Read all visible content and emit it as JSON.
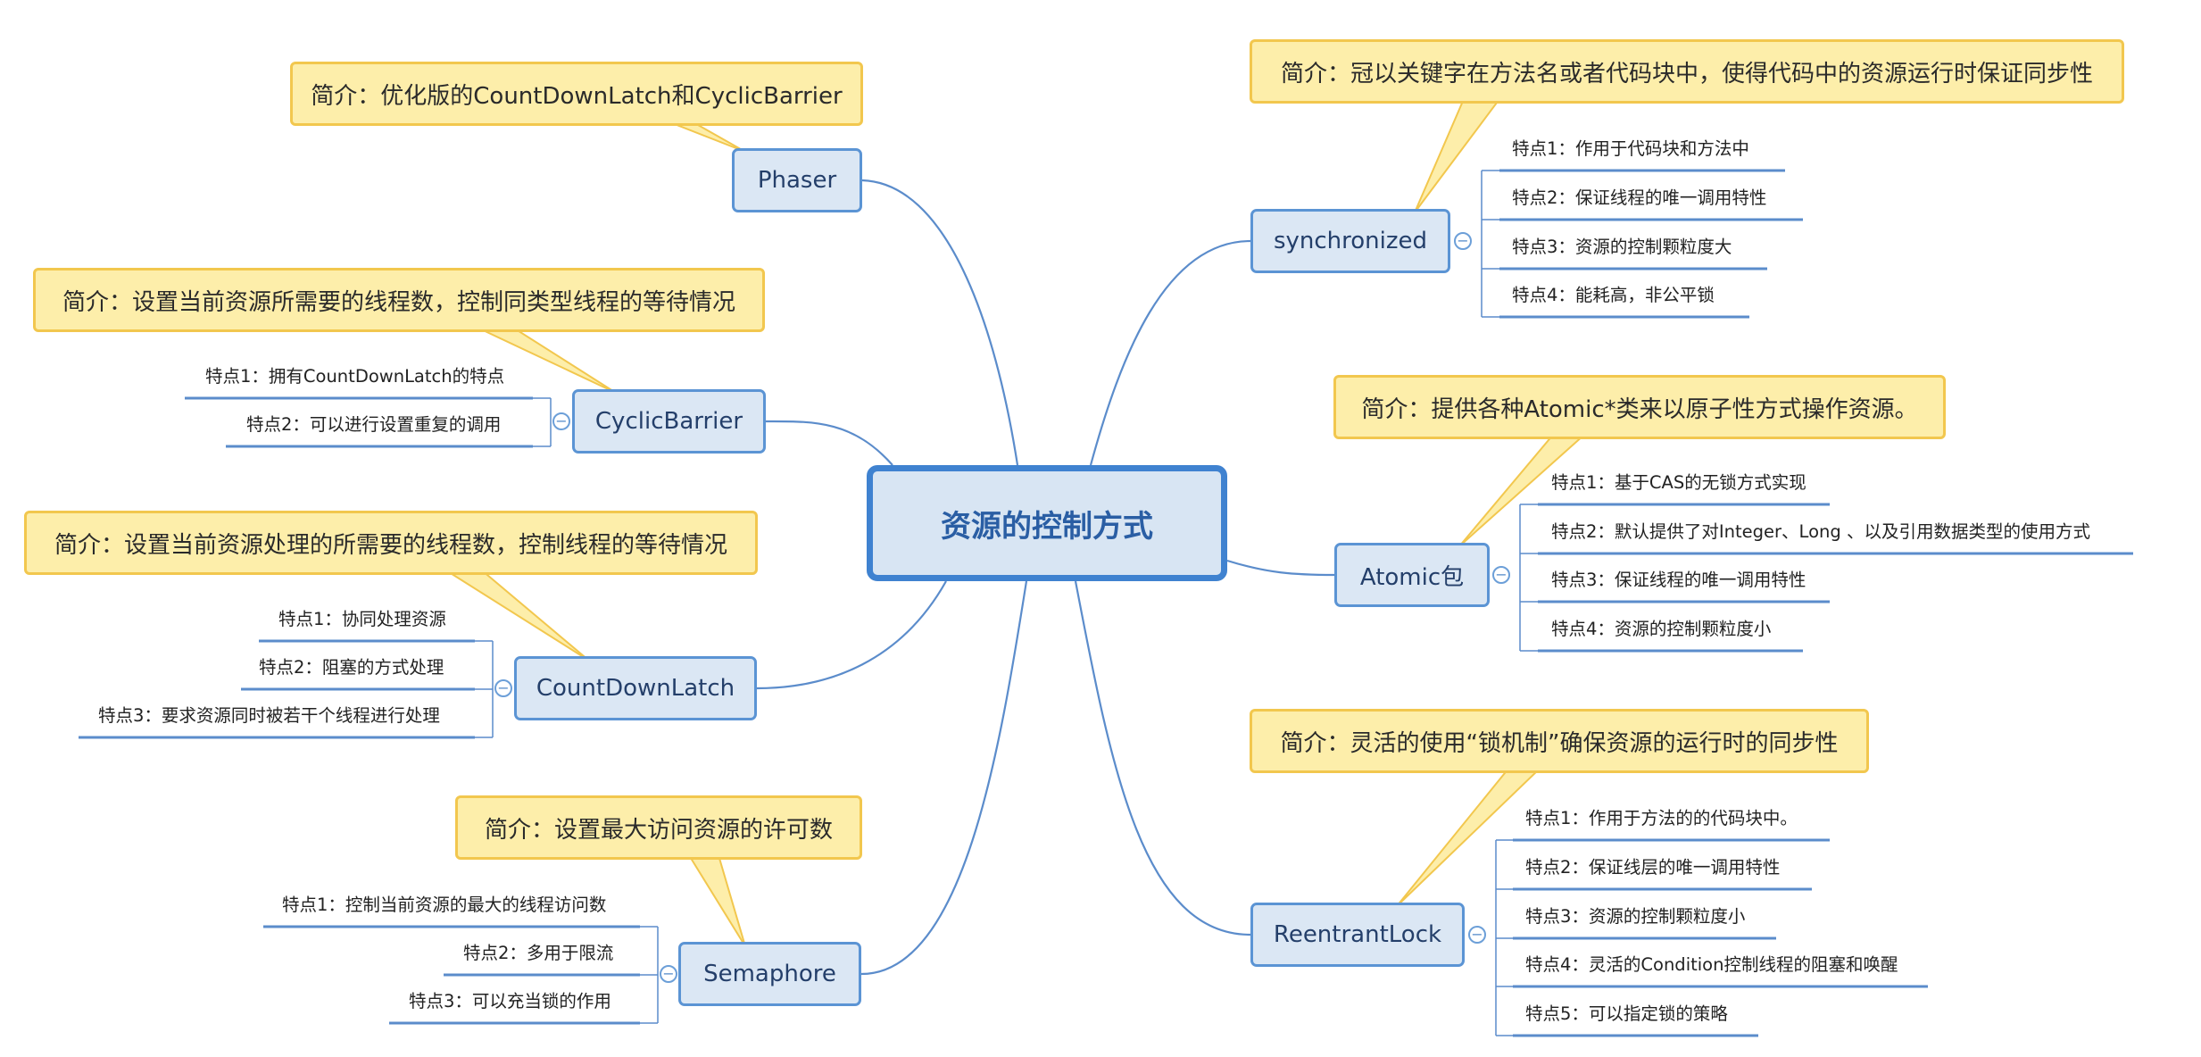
{
  "central_topic": "资源的控制方式",
  "collapse_symbol": "−",
  "colors": {
    "branch_line": "#5b8ccb",
    "callout_fill": "#fdeeaa",
    "callout_border": "#f2c74e",
    "topic_fill": "#dbe7f4",
    "topic_border": "#5b94d4"
  },
  "branches": {
    "phaser": {
      "label": "Phaser",
      "intro": "简介：优化版的CountDownLatch和CyclicBarrier"
    },
    "cyclicbarrier": {
      "label": "CyclicBarrier",
      "intro": "简介：设置当前资源所需要的线程数，控制同类型线程的等待情况",
      "features": [
        "特点1：拥有CountDownLatch的特点",
        "特点2：可以进行设置重复的调用"
      ]
    },
    "countdownlatch": {
      "label": "CountDownLatch",
      "intro": "简介：设置当前资源处理的所需要的线程数，控制线程的等待情况",
      "features": [
        "特点1：协同处理资源",
        "特点2：阻塞的方式处理",
        "特点3：要求资源同时被若干个线程进行处理"
      ]
    },
    "semaphore": {
      "label": "Semaphore",
      "intro": "简介：设置最大访问资源的许可数",
      "features": [
        "特点1：控制当前资源的最大的线程访问数",
        "特点2：多用于限流",
        "特点3：可以充当锁的作用"
      ]
    },
    "synchronized": {
      "label": "synchronized",
      "intro": "简介：冠以关键字在方法名或者代码块中，使得代码中的资源运行时保证同步性",
      "features": [
        "特点1：作用于代码块和方法中",
        "特点2：保证线程的唯一调用特性",
        "特点3：资源的控制颗粒度大",
        "特点4：能耗高，非公平锁"
      ]
    },
    "atomic": {
      "label": "Atomic包",
      "intro": "简介：提供各种Atomic*类来以原子性方式操作资源。",
      "features": [
        "特点1：基于CAS的无锁方式实现",
        "特点2：默认提供了对Integer、Long 、以及引用数据类型的使用方式",
        "特点3：保证线程的唯一调用特性",
        "特点4：资源的控制颗粒度小"
      ]
    },
    "reentrantlock": {
      "label": "ReentrantLock",
      "intro": "简介：灵活的使用“锁机制”确保资源的运行时的同步性",
      "features": [
        "特点1：作用于方法的的代码块中。",
        "特点2：保证线层的唯一调用特性",
        "特点3：资源的控制颗粒度小",
        "特点4：灵活的Condition控制线程的阻塞和唤醒",
        "特点5：可以指定锁的策略"
      ]
    }
  }
}
